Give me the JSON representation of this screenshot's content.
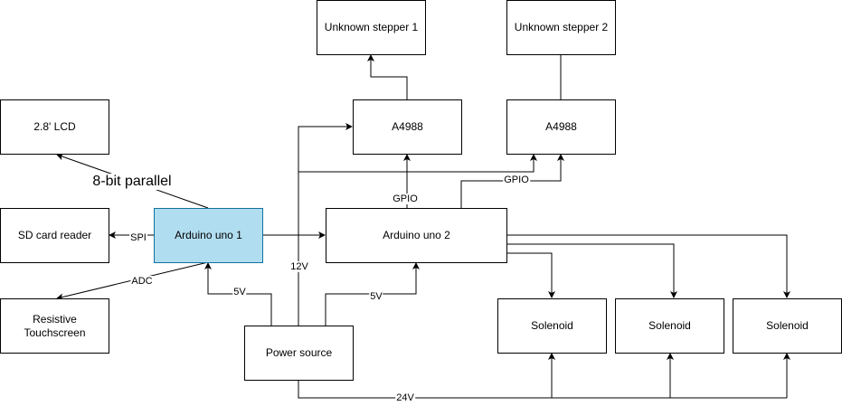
{
  "nodes": {
    "lcd": "2.8' LCD",
    "sd": "SD card reader",
    "touch": "Resistive\nTouchscreen",
    "uno1": "Arduino uno 1",
    "uno2": "Arduino uno 2",
    "power": "Power source",
    "stepper1": "Unknown stepper 1",
    "stepper2": "Unknown stepper 2",
    "driver1": "A4988",
    "driver2": "A4988",
    "sol1": "Solenoid",
    "sol2": "Solenoid",
    "sol3": "Solenoid"
  },
  "edge_labels": {
    "parallel": "8-bit parallel",
    "spi": "SPI",
    "adc": "ADC",
    "v5_uno1": "5V",
    "v5_uno2": "5V",
    "v12": "12V",
    "gpio1": "GPIO",
    "gpio2": "GPIO",
    "v24": "24V"
  },
  "colors": {
    "highlight_fill": "#b1ddf0",
    "highlight_stroke": "#10739e",
    "line": "#000000"
  }
}
